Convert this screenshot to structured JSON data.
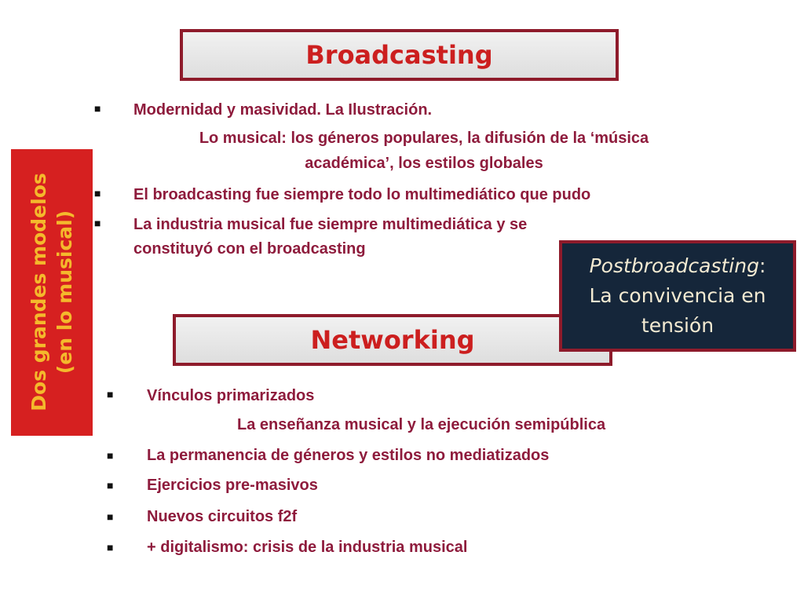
{
  "broadcasting": {
    "title": "Broadcasting",
    "items": [
      "Modernidad y masividad. La Ilustración.",
      "Lo musical: los géneros populares, la difusión de la ‘música",
      "académica’, los estilos globales",
      "El broadcasting fue siempre todo lo multimediático que pudo",
      "La industria musical fue siempre multimediática y se",
      "constituyó con el broadcasting"
    ]
  },
  "side_banner": {
    "line1": "Dos grandes modelos",
    "line2": "(en lo musical)"
  },
  "postbroadcasting": {
    "title": "Postbroadcasting",
    "colon": ":",
    "line2": "La convivencia en",
    "line3": "tensión"
  },
  "networking": {
    "title": "Networking",
    "items": [
      "Vínculos primarizados",
      "La enseñanza musical y la ejecución semipública",
      "La permanencia de géneros y estilos no mediatizados",
      "Ejercicios pre-masivos",
      "Nuevos circuitos f2f",
      "+ digitalismo: crisis de la industria musical"
    ]
  },
  "bullet_glyph": "■",
  "colors": {
    "accent_red": "#cc1f1f",
    "border_maroon": "#8e1b2b",
    "text_maroon": "#8e1b3c",
    "banner_red": "#d62020",
    "banner_text": "#f4b92c",
    "navy": "#15263a"
  }
}
